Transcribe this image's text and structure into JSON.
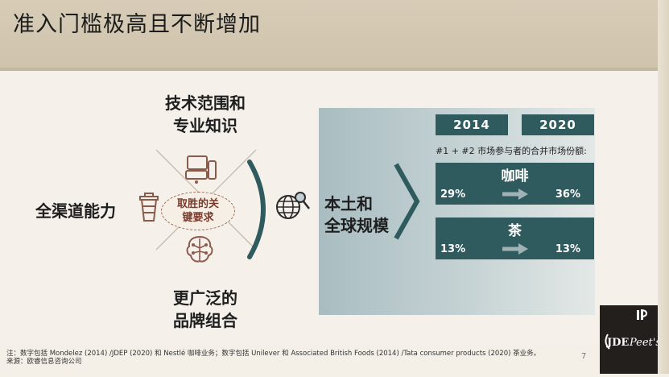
{
  "title": "准入门槛极高且不断增加",
  "captions": {
    "top": [
      "技术范围和",
      "专业知识"
    ],
    "left": "全渠道能力",
    "bottom": [
      "更广泛的",
      "品牌组合"
    ],
    "center": [
      "取胜的关",
      "键要求"
    ]
  },
  "scale_label": [
    "本土和",
    "全球规模"
  ],
  "years": [
    "2014",
    "2020"
  ],
  "market_share_heading": "#1 + #2 市场参与者的合并市场份额:",
  "categories": [
    {
      "name": "咖啡",
      "v2014": "29%",
      "v2020": "36%"
    },
    {
      "name": "茶",
      "v2014": "13%",
      "v2020": "13%"
    }
  ],
  "footnote": [
    "注：数字包括 Mondelez (2014) /JDEP (2020) 和 Nestlé 咖啡业务；数字包括 Unilever 和 Associated British Foods (2014) /Tata consumer products (2020) 茶业务。",
    "来源：欧睿信息咨询公司"
  ],
  "page_number": "7",
  "logo": {
    "text": "JDE Peet's"
  },
  "colors": {
    "teal": "#2f5a5e",
    "header": "#d3c7b1",
    "accent": "#9b6d5c"
  }
}
